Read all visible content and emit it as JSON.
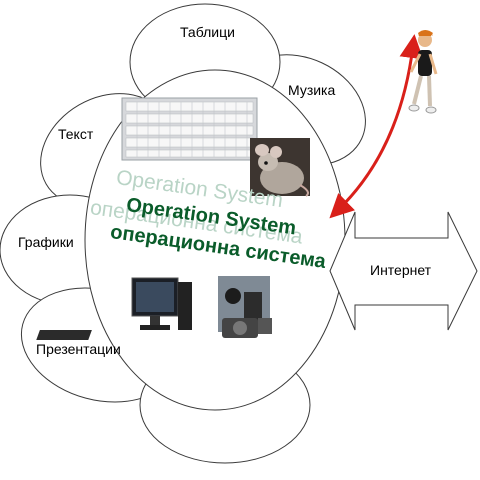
{
  "petals": {
    "tables": "Таблици",
    "music": "Музика",
    "text": "Текст",
    "graphics": "Графики",
    "presentations": "Презентации"
  },
  "center": {
    "shadow_title_en": "Operation System",
    "shadow_title_bg": "операционна система",
    "title_en": "Operation System",
    "title_bg": "операционна система"
  },
  "internet": {
    "label": "Интернет"
  },
  "colors": {
    "os_text": "#0a5c2a",
    "os_shadow": "#b9d4c6",
    "double_arrow": "#d9201a",
    "figure_hair": "#d9731a"
  },
  "icons": [
    "keyboard-icon",
    "mouse-icon",
    "desktop-computer-icon",
    "camera-icon",
    "person-icon"
  ]
}
